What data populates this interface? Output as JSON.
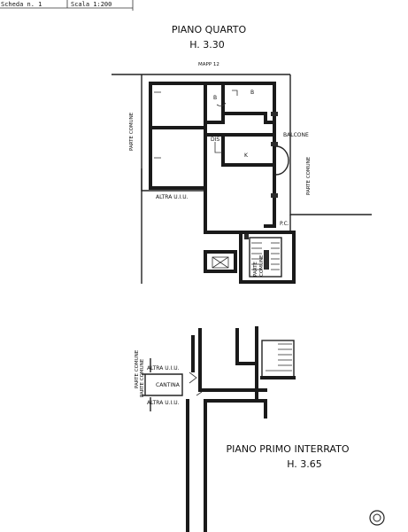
{
  "header": {
    "scheda": "Scheda n. 1",
    "scala": "Scala 1:200"
  },
  "upper_floor": {
    "title": "PIANO QUARTO",
    "height": "H. 3.30",
    "mapp": "MAPP 12",
    "labels": {
      "b1": "B",
      "b2": "B",
      "dis": "DIS",
      "k": "K",
      "balcone": "BALCONE",
      "parte_comune_left": "PARTE COMUNE",
      "parte_comune_right": "PARTE COMUNE",
      "parte_comune_stair": "PARTE\nCOMUNE",
      "altra_uiu": "ALTRA U.I.U.",
      "pc": "P.C."
    }
  },
  "lower_floor": {
    "title": "PIANO PRIMO INTERRATO",
    "height": "H. 3.65",
    "labels": {
      "altra_uiu_top": "ALTRA U.I.U.",
      "cantina": "CANTINA",
      "altra_uiu_bottom": "ALTRA U.I.U.",
      "parte_comune_1": "PARTE COMUNE",
      "parte_comune_2": "PARTE COMUNE"
    }
  }
}
